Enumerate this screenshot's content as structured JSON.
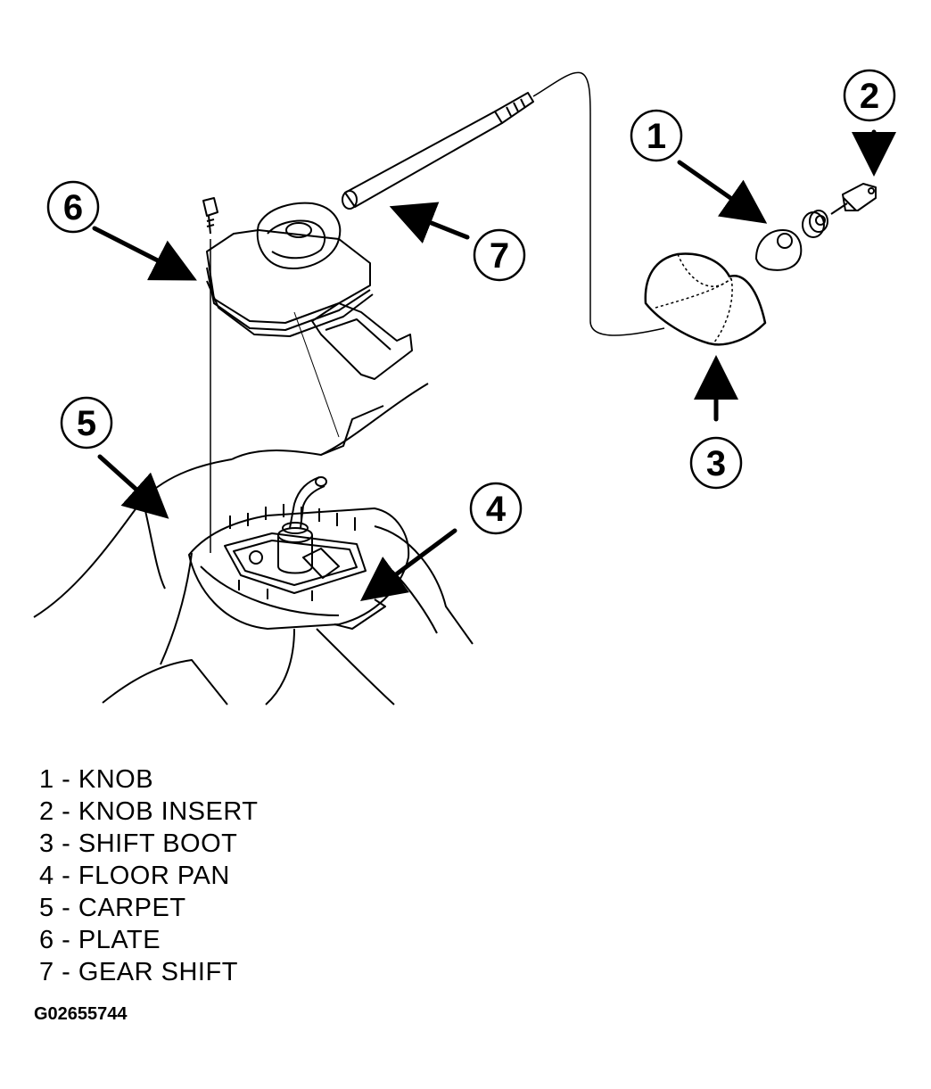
{
  "callouts": [
    {
      "id": "1",
      "part": "KNOB"
    },
    {
      "id": "2",
      "part": "KNOB INSERT"
    },
    {
      "id": "3",
      "part": "SHIFT BOOT"
    },
    {
      "id": "4",
      "part": "FLOOR PAN"
    },
    {
      "id": "5",
      "part": "CARPET"
    },
    {
      "id": "6",
      "part": "PLATE"
    },
    {
      "id": "7",
      "part": "GEAR SHIFT"
    }
  ],
  "legend": [
    "1 - KNOB",
    "2 - KNOB INSERT",
    "3 - SHIFT BOOT",
    "4 - FLOOR PAN",
    "5 - CARPET",
    "6 - PLATE",
    "7 - GEAR SHIFT"
  ],
  "figure_id": "G02655744"
}
